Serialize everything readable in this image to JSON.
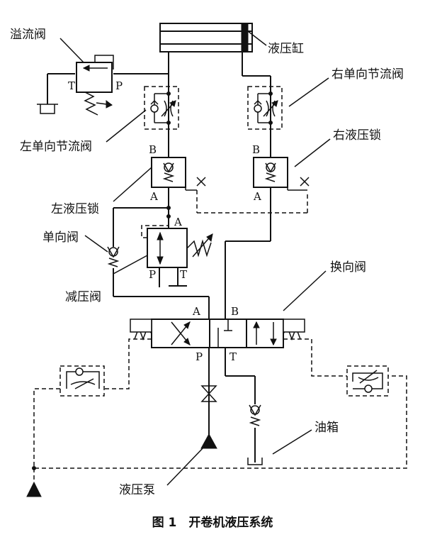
{
  "labels": {
    "cylinder": "液压缸",
    "relief_valve": "溢流阀",
    "right_throttle": "右单向节流阀",
    "left_throttle": "左单向节流阀",
    "right_lock": "右液压锁",
    "left_lock": "左液压锁",
    "check_valve": "单向阀",
    "reducing_valve": "减压阀",
    "directional_valve": "换向阀",
    "oil_tank": "油箱",
    "pump": "液压泵"
  },
  "ports": {
    "relief_t": "T",
    "relief_p": "P",
    "left_lock_b": "B",
    "right_lock_b": "B",
    "left_lock_a": "A",
    "right_lock_a": "A",
    "reducing_a": "A",
    "reducing_p": "P",
    "reducing_t": "T",
    "dir_a": "A",
    "dir_b": "B",
    "dir_p": "P",
    "dir_t": "T",
    "cross": "×"
  },
  "caption": "图 1　开卷机液压系统"
}
